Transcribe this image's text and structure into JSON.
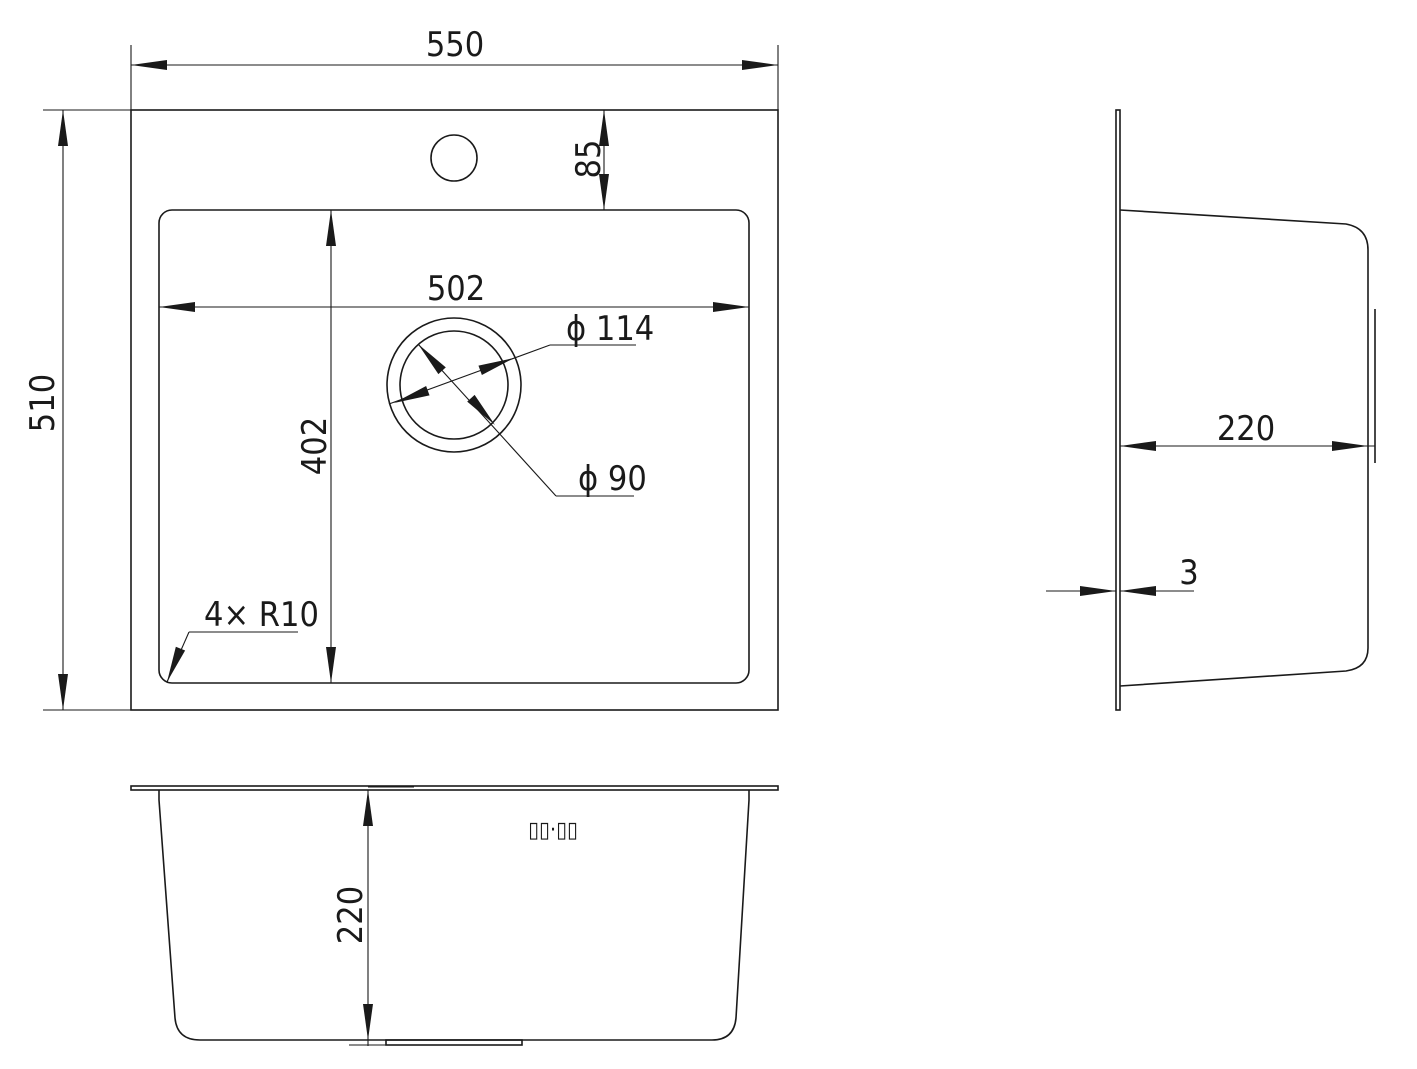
{
  "top_view": {
    "overall_width": "550",
    "overall_depth": "510",
    "tap_hole_offset": "85",
    "bowl_width": "502",
    "bowl_depth": "402",
    "drain_outer_dia": "ϕ 114",
    "drain_inner_dia": "ϕ 90",
    "corner_radius": "4× R10"
  },
  "side_view": {
    "bowl_depth": "220",
    "rim_thickness": "3"
  },
  "front_view": {
    "bowl_depth": "220",
    "mark": "▯▯·▯▯"
  }
}
